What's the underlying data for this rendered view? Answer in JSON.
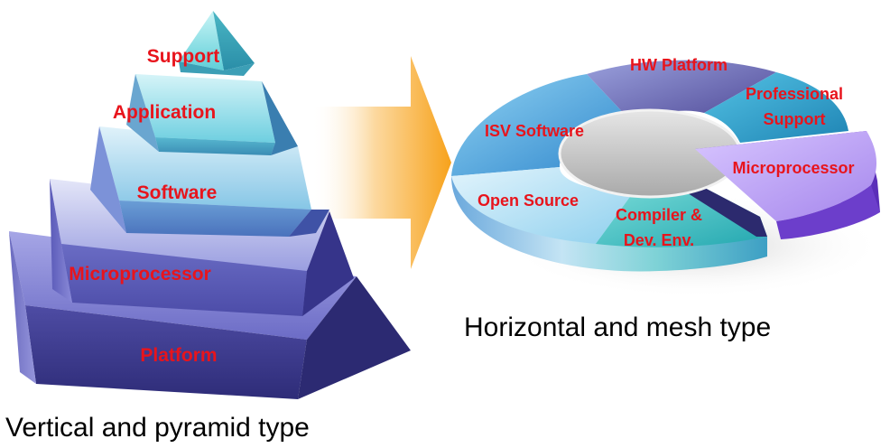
{
  "pyramid": {
    "caption": "Vertical and pyramid type",
    "layers": [
      "Support",
      "Application",
      "Software",
      "Microprocessor",
      "Platform"
    ]
  },
  "ring": {
    "caption": "Horizontal and mesh type",
    "segments": {
      "hw_platform": "HW Platform",
      "professional_support_line1": "Professional",
      "professional_support_line2": "Support",
      "isv_software": "ISV Software",
      "microprocessor": "Microprocessor",
      "open_source": "Open Source",
      "compiler_line1": "Compiler &",
      "compiler_line2": "Dev. Env."
    }
  },
  "colors": {
    "label_text": "#e8141c",
    "arrow": "#f7a21b",
    "pyramid_top": "#6fd6dc",
    "pyramid_base": "#4a48a0",
    "ring_blue": "#3a93d8",
    "ring_purple": "#6a5aa8",
    "ring_teal": "#2ab0b8",
    "ring_lavender": "#b79af0"
  }
}
